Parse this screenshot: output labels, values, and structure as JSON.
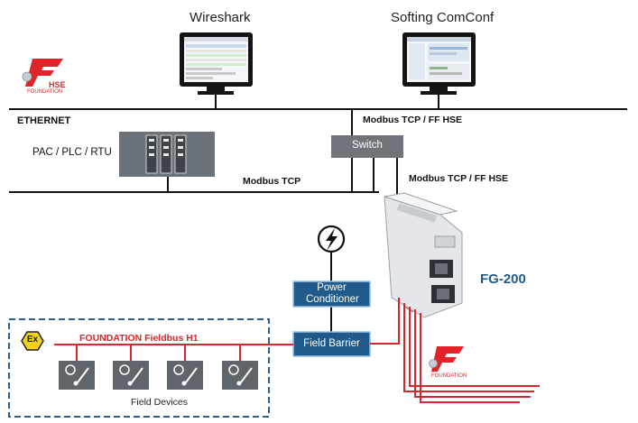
{
  "labels": {
    "wireshark": "Wireshark",
    "comconf": "Softing ComConf",
    "ethernet": "ETHERNET",
    "modbus_ff_top": "Modbus TCP / FF HSE",
    "switch": "Switch",
    "pac": "PAC / PLC / RTU",
    "modbus_tcp": "Modbus TCP",
    "modbus_ff_right": "Modbus TCP / FF HSE",
    "fg200": "FG-200",
    "power_conditioner": "Power Conditioner",
    "field_barrier": "Field Barrier",
    "ff_h1": "FOUNDATION Fieldbus H1",
    "field_devices": "Field Devices",
    "ex_symbol": "Ex"
  },
  "logos": {
    "hse_text": "HSE",
    "hse_sub": "FOUNDATION",
    "fnd_sub": "FOUNDATION"
  },
  "colors": {
    "box_blue": "#1f5a8a",
    "box_border": "#9cc0e0",
    "switch_gray": "#6f747a",
    "fieldbus_red": "#d8262e",
    "logo_red": "#e2232a",
    "fg200_blue": "#1f5a8a",
    "dashed_border": "#2a5f8e"
  }
}
